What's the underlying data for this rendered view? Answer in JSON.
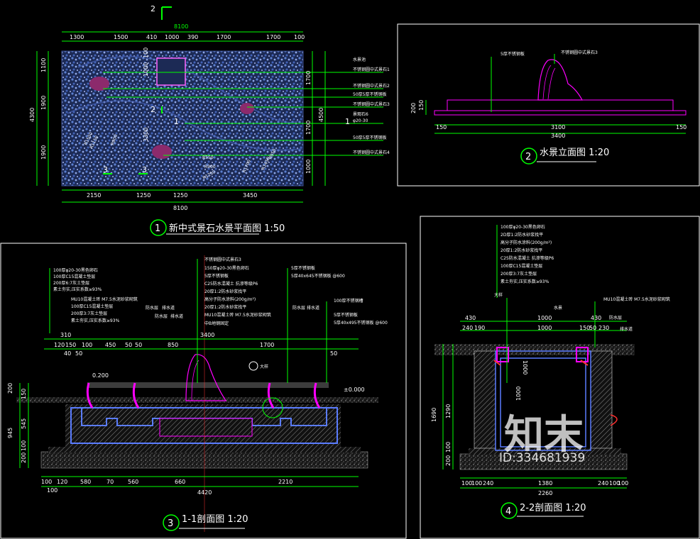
{
  "watermark": {
    "brand": "知末",
    "id": "ID:334681939"
  },
  "plan": {
    "marker": "2",
    "section_marks": [
      "2",
      "2",
      "1",
      "1",
      "3",
      "3"
    ],
    "dim_total_top": "8100",
    "dims_top": [
      "1300",
      "1500",
      "410",
      "1000",
      "390",
      "1700",
      "1700",
      "100"
    ],
    "dims_left": [
      "1100",
      "1900",
      "1900"
    ],
    "dim_left_total": "4300",
    "dims_inner_left": [
      "100",
      "1000",
      "3300"
    ],
    "dims_right": [
      "1700",
      "1700",
      "1000"
    ],
    "dim_right_total": "4500",
    "dims_bottom": [
      "2150",
      "1250",
      "1250",
      "3450"
    ],
    "dim_total_bottom": "8100",
    "radii": [
      "R1550",
      "R1150",
      "R900",
      "R550",
      "R900",
      "R1250",
      "R1700",
      "R1450",
      "R950"
    ],
    "labels": [
      "水景池",
      "不锈钢圆中式景石1",
      "不锈钢圆中式景石2",
      "50厚5厚不锈钢板",
      "不锈钢圆中式景石3",
      "景观石6",
      "φ20-30",
      "50厚5厚不锈钢板",
      "不锈钢圆中式景石4"
    ],
    "title_num": "1",
    "title": "新中式景石水景平面图 1:50"
  },
  "elev": {
    "labels": [
      "5厚不锈钢板",
      "不锈钢圆中式景石3"
    ],
    "dims_h": [
      "150",
      "3100",
      "150"
    ],
    "dim_total": "3400",
    "dims_v": [
      "200",
      "150"
    ],
    "title_num": "2",
    "title": "水景立面图 1:20"
  },
  "sec1": {
    "notes_left": [
      "100厚φ20-30黑色卵石",
      "100厚C15混凝土垫层",
      "200厚6:7灰土垫层",
      "素土夯实,压实系数≥93%",
      "MU10混凝土砖 M7.5水泥砂浆砌筑",
      "100厚C15混凝土垫层",
      "200厚3:7灰土垫层",
      "素土夯实,压实系数≥93%"
    ],
    "notes_mid": [
      "不锈钢圆中式景石3",
      "150厚φ20-30黑色卵石",
      "5厚不锈钢板",
      "C25防水混凝土 抗渗等级P6",
      "20厚1:2防水砂浆找平",
      "高分子防水涂料(200g/m²)",
      "20厚1:2防水砂浆找平",
      "MU10混凝土砖 M7.5水泥砂浆砌筑",
      "中B地钢固定"
    ],
    "notes_right": [
      "5厚不锈钢板",
      "5厚40x645不锈钢板 @600",
      "100厚不锈钢槽",
      "5厚不锈钢板",
      "5厚40x495不锈钢板 @600"
    ],
    "small_tags": [
      "防水层",
      "排水道",
      "防水层",
      "排水道",
      "防水层",
      "排水道"
    ],
    "dims_top": [
      "310",
      "120",
      "150",
      "100",
      "450",
      "50",
      "50",
      "850",
      "1700"
    ],
    "dims_top2": [
      "40",
      "50",
      "50"
    ],
    "dim_top_total": "3400",
    "dims_left": [
      "200",
      "150",
      "545",
      "945",
      "200",
      "100"
    ],
    "dims_bottom": [
      "100",
      "120",
      "580",
      "70",
      "560",
      "660",
      "2210"
    ],
    "dim_bottom_sub": "100",
    "dim_total": "4420",
    "level": "±0.000",
    "level2": "0.200",
    "detail_tag": "大样",
    "title_num": "3",
    "title": "1-1剖面图 1:20"
  },
  "sec2": {
    "notes": [
      "100厚φ20-30黑色卵石",
      "2D厚1:2防水砂浆找平",
      "高分子防水涂料(200g/m²)",
      "20厚1:2防水砂浆找平",
      "C25防水混凝土 抗渗等级P6",
      "100厚C15混凝土垫层",
      "200厚3:7灰土垫层",
      "素土夯实,压实系数≥93%"
    ],
    "note_right": "MU10混凝土砖 M7.5水泥砂浆砌筑",
    "detail_tag": "大样",
    "water_tag": "水景",
    "dims_top": [
      "430",
      "1000",
      "430"
    ],
    "dims_top2": [
      "240",
      "190",
      "1000",
      "150",
      "50",
      "230"
    ],
    "dims_left": [
      "1290",
      "1690",
      "200",
      "100"
    ],
    "dims_inner": [
      "1000",
      "1000"
    ],
    "dims_bottom": [
      "100",
      "100",
      "240",
      "1380",
      "240",
      "100",
      "100"
    ],
    "dim_total": "2260",
    "tags": [
      "防水层",
      "排水道"
    ],
    "title_num": "4",
    "title": "2-2剖面图 1:20"
  },
  "colors": {
    "line": "#00ff00",
    "frame": "#ffffff",
    "stone": "#ff00ff",
    "pebble": "#3a4d8f",
    "hatch": "#9aa0a0",
    "water": "#2060ff"
  }
}
